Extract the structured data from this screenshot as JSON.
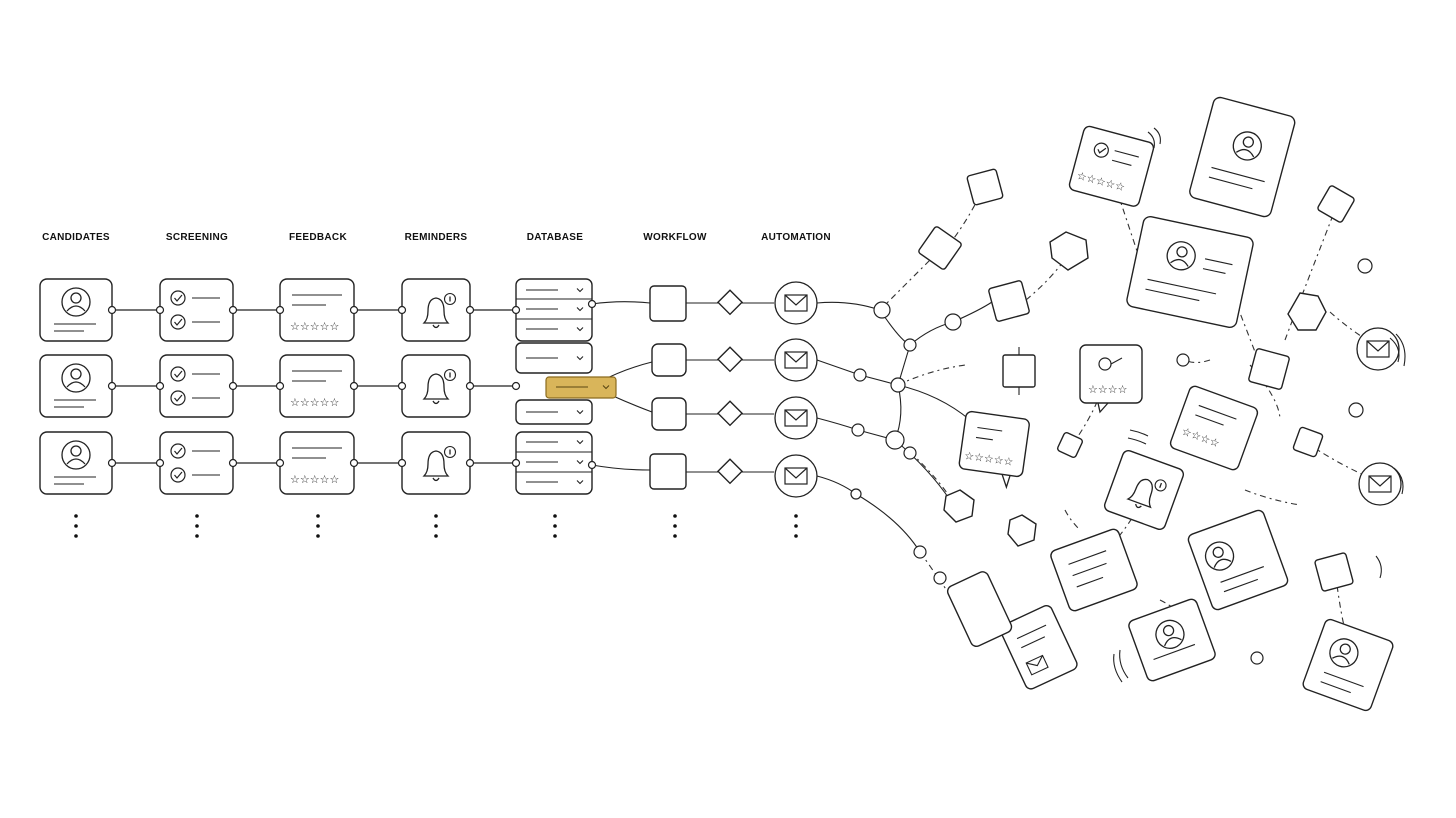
{
  "columns": [
    {
      "label": "CANDIDATES"
    },
    {
      "label": "SCREENING"
    },
    {
      "label": "FEEDBACK"
    },
    {
      "label": "REMINDERS"
    },
    {
      "label": "DATABASE"
    },
    {
      "label": "WORKFLOW"
    },
    {
      "label": "AUTOMATION"
    }
  ],
  "rating_stars": "☆☆☆☆☆",
  "colors": {
    "stroke": "#222222",
    "highlight": "#d9b55a",
    "background": "#ffffff"
  },
  "icons": [
    "person-icon",
    "checkmark-icon",
    "bell-icon",
    "info-badge-icon",
    "chevron-down-icon",
    "envelope-icon",
    "star-icon"
  ]
}
